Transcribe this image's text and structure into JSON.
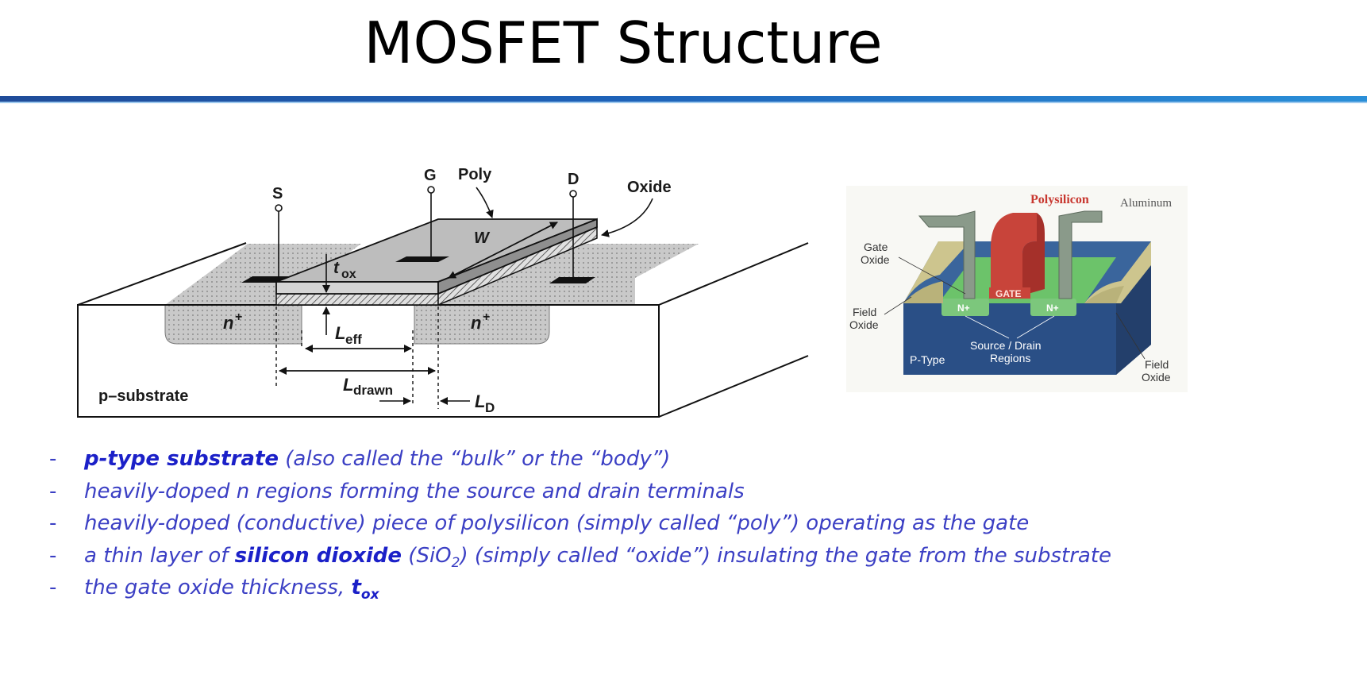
{
  "title": "MOSFET Structure",
  "diagram": {
    "terminal_s": "S",
    "terminal_g": "G",
    "terminal_d": "D",
    "poly": "Poly",
    "oxide": "Oxide",
    "w": "W",
    "tox_t": "t",
    "tox_sub": "ox",
    "n_left": "n",
    "n_right": "n",
    "plus": "+",
    "leff_l": "L",
    "leff_sub": "eff",
    "ldrawn_l": "L",
    "ldrawn_sub": "drawn",
    "ld_l": "L",
    "ld_sub": "D",
    "substrate": "p–substrate"
  },
  "cross_section": {
    "polysilicon": "Polysilicon",
    "aluminum": "Aluminum",
    "gate_oxide_1": "Gate",
    "gate_oxide_2": "Oxide",
    "field_oxide_left_1": "Field",
    "field_oxide_left_2": "Oxide",
    "gate": "GATE",
    "n_plus_left": "N+",
    "n_plus_right": "N+",
    "source_drain_1": "Source / Drain",
    "source_drain_2": "Regions",
    "p_type": "P-Type",
    "field_oxide_right_1": "Field",
    "field_oxide_right_2": "Oxide"
  },
  "bullets": {
    "dash": "-",
    "b1_bold": "p-type substrate",
    "b1_rest": " (also called the “bulk” or the “body”)",
    "b2": "heavily-doped n regions forming the source and drain terminals",
    "b3": "heavily-doped (conductive) piece of polysilicon (simply called “poly”) operating as the gate",
    "b4_pre": " a thin layer of ",
    "b4_bold": "silicon dioxide",
    "b4_mid": " (SiO",
    "b4_sub": "2",
    "b4_post": ") (simply called “oxide”) insulating the gate from the substrate",
    "b5_pre": "the gate oxide thickness, ",
    "b5_bold": "t",
    "b5_sub": "ox"
  }
}
